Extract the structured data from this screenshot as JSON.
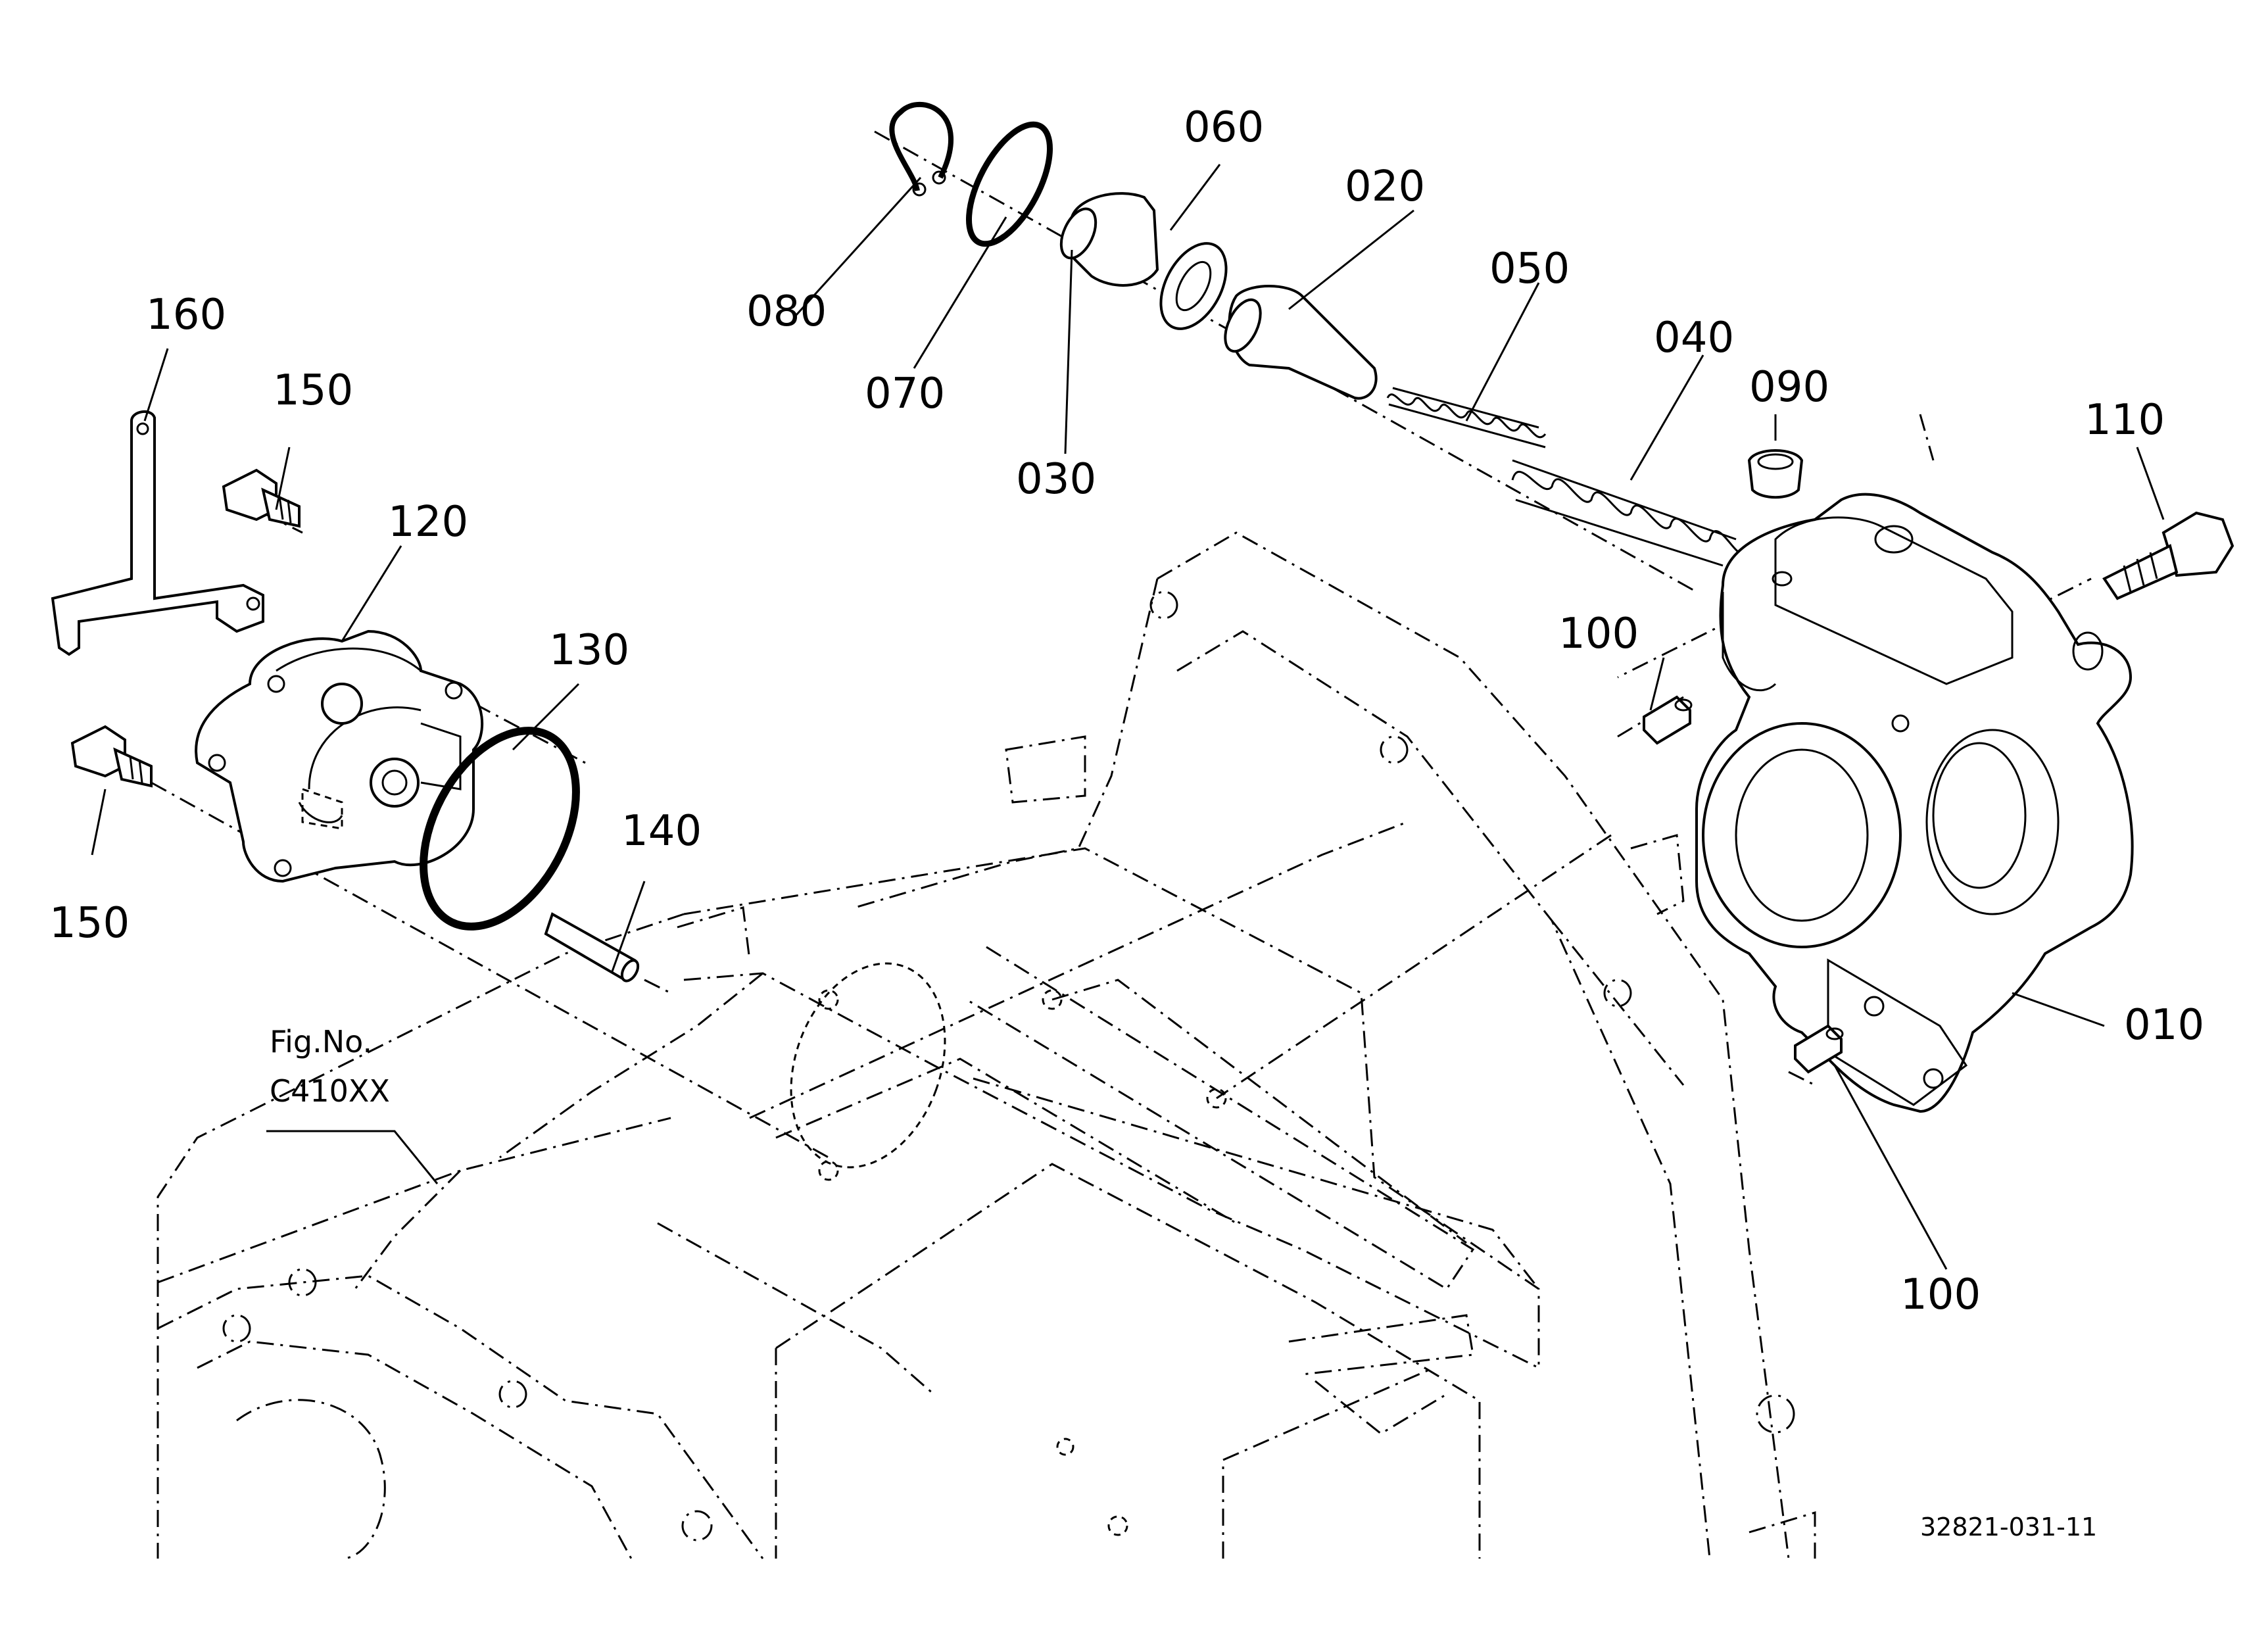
{
  "diagram": {
    "callouts": {
      "p010": "010",
      "p020": "020",
      "p030": "030",
      "p040": "040",
      "p050": "050",
      "p060": "060",
      "p070": "070",
      "p080": "080",
      "p090": "090",
      "p100a": "100",
      "p100b": "100",
      "p110": "110",
      "p120": "120",
      "p130": "130",
      "p140": "140",
      "p150a": "150",
      "p150b": "150",
      "p160": "160"
    },
    "figure_reference": {
      "line1": "Fig.No.",
      "line2": "C410XX"
    },
    "drawing_code": "32821-031-11"
  }
}
